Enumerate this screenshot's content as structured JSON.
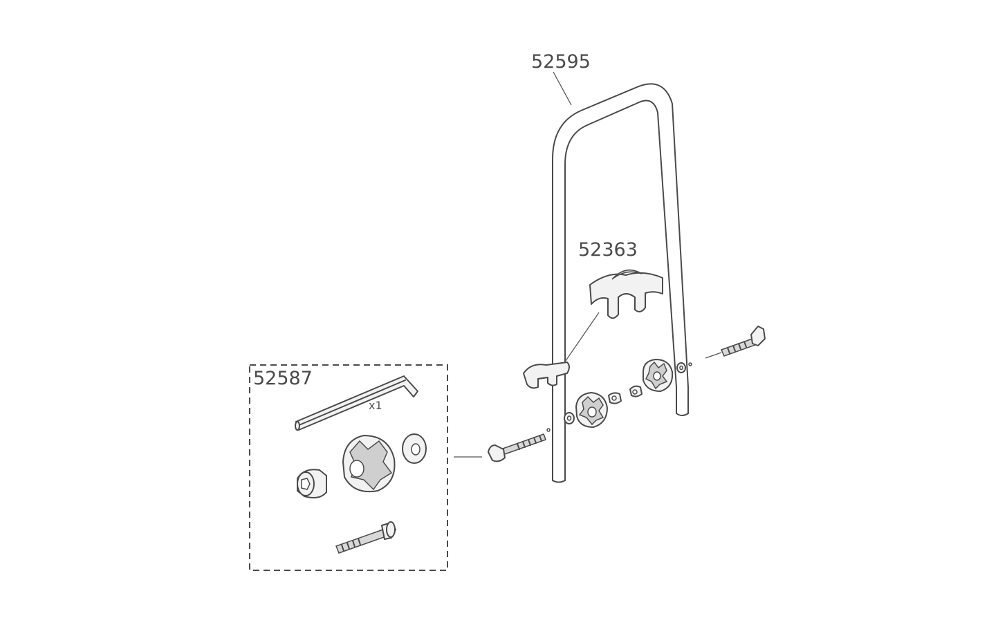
{
  "diagram": {
    "colors": {
      "line": "#4a4a4a",
      "fill": "#f2f2f2",
      "shade": "#cfcfcf",
      "background": "#ffffff"
    },
    "parts": [
      {
        "id": "frame",
        "label": "52595"
      },
      {
        "id": "clip",
        "label": "52363"
      },
      {
        "id": "kit",
        "label": "52587",
        "quantity_label": "x1"
      }
    ]
  }
}
